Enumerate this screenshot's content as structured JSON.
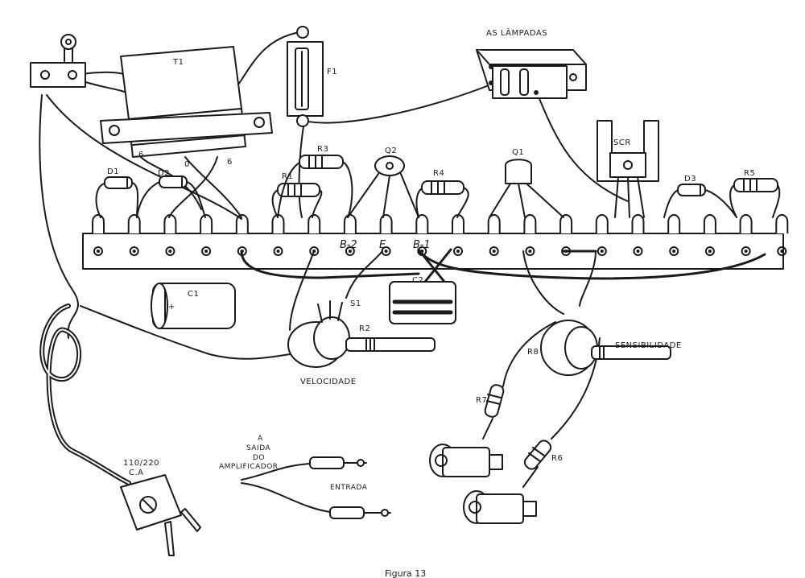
{
  "labels": {
    "t1": "T1",
    "f1": "F1",
    "lamps": "AS LÂMPADAS",
    "scr": "SCR",
    "d1": "D1",
    "d2": "D2",
    "d3": "D3",
    "r1": "R1",
    "r3": "R3",
    "r4": "R4",
    "r5": "R5",
    "r6": "R6",
    "r7": "R7",
    "r8": "R8",
    "r2": "R2",
    "q1": "Q1",
    "q2": "Q2",
    "c1": "C1",
    "c2": "C2",
    "s1": "S1",
    "b2": "B-2",
    "e": "E",
    "b1": "B-1",
    "wire6a": "6",
    "wire6b": "6",
    "wire0": "0",
    "velocidade": "VELOCIDADE",
    "sensibilidade": "SENSIBILIDADE",
    "mains_voltage": "110/220",
    "mains_ca": "C.A",
    "amp_a": "A",
    "amp_saida": "SAIDA",
    "amp_do": "DO",
    "amp_amplificador": "AMPLIFICADOR",
    "entrada": "ENTRADA",
    "plus": "+",
    "figure_caption": "Figura 13"
  }
}
